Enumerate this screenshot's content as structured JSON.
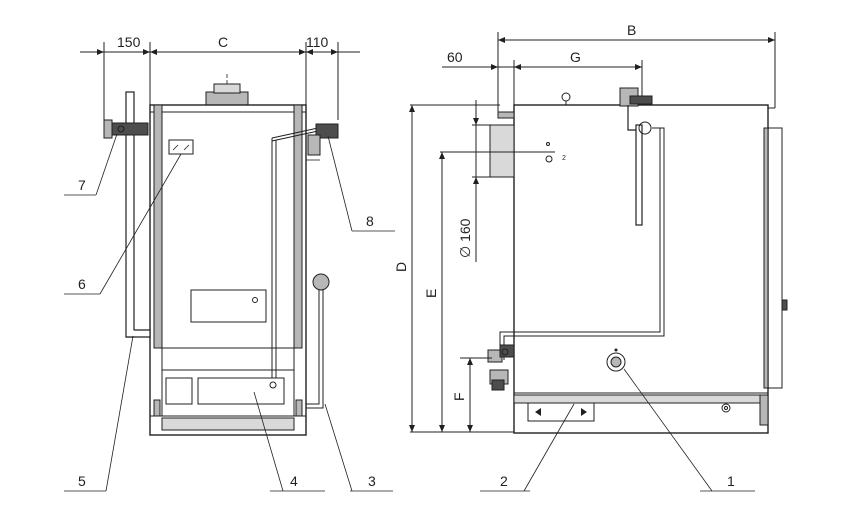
{
  "dimensions": {
    "d150": "150",
    "c": "C",
    "d110": "110",
    "b": "B",
    "d60": "60",
    "g": "G",
    "d": "D",
    "e": "E",
    "f": "F",
    "dia160": "∅ 160"
  },
  "callouts": [
    "1",
    "2",
    "3",
    "4",
    "5",
    "6",
    "7",
    "8"
  ]
}
